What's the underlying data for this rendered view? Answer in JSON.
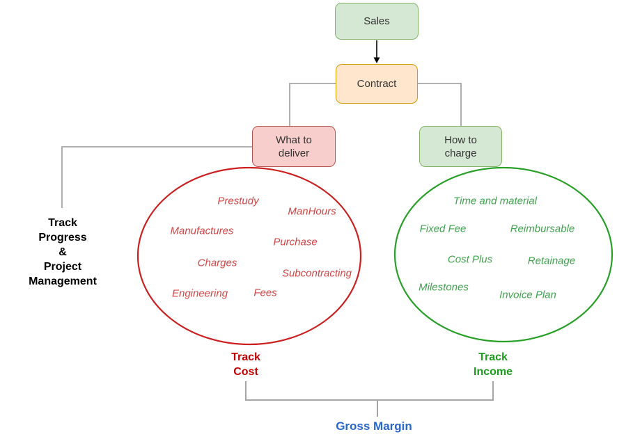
{
  "diagram": {
    "nodes": {
      "sales": "Sales",
      "contract": "Contract",
      "what_to_deliver": "What to\ndeliver",
      "how_to_charge": "How to\ncharge"
    },
    "left_note": "Track\nProgress\n&\nProject\nManagement",
    "cost_cluster": {
      "label": "Track\nCost",
      "items": [
        "Prestudy",
        "ManHours",
        "Manufactures",
        "Purchase",
        "Charges",
        "Subcontracting",
        "Engineering",
        "Fees"
      ]
    },
    "income_cluster": {
      "label": "Track\nIncome",
      "items": [
        "Time and material",
        "Fixed Fee",
        "Reimbursable",
        "Cost Plus",
        "Retainage",
        "Milestones",
        "Invoice Plan"
      ]
    },
    "result_label": "Gross Margin",
    "colors": {
      "green_node_fill": "#d5e8d4",
      "green_node_stroke": "#82b366",
      "orange_node_fill": "#ffe6cc",
      "orange_node_stroke": "#d79b00",
      "red_node_fill": "#f8cecc",
      "red_node_stroke": "#b85450",
      "cost_ellipse_stroke": "#cc1f1f",
      "income_ellipse_stroke": "#28a028",
      "cost_item_text": "#d04545",
      "income_item_text": "#3fa34d",
      "track_cost_text": "#c00000",
      "track_income_text": "#1d9b1d",
      "gross_margin_text": "#2766cc",
      "connector_gray": "#a6a6a6",
      "arrow_black": "#000000"
    }
  }
}
